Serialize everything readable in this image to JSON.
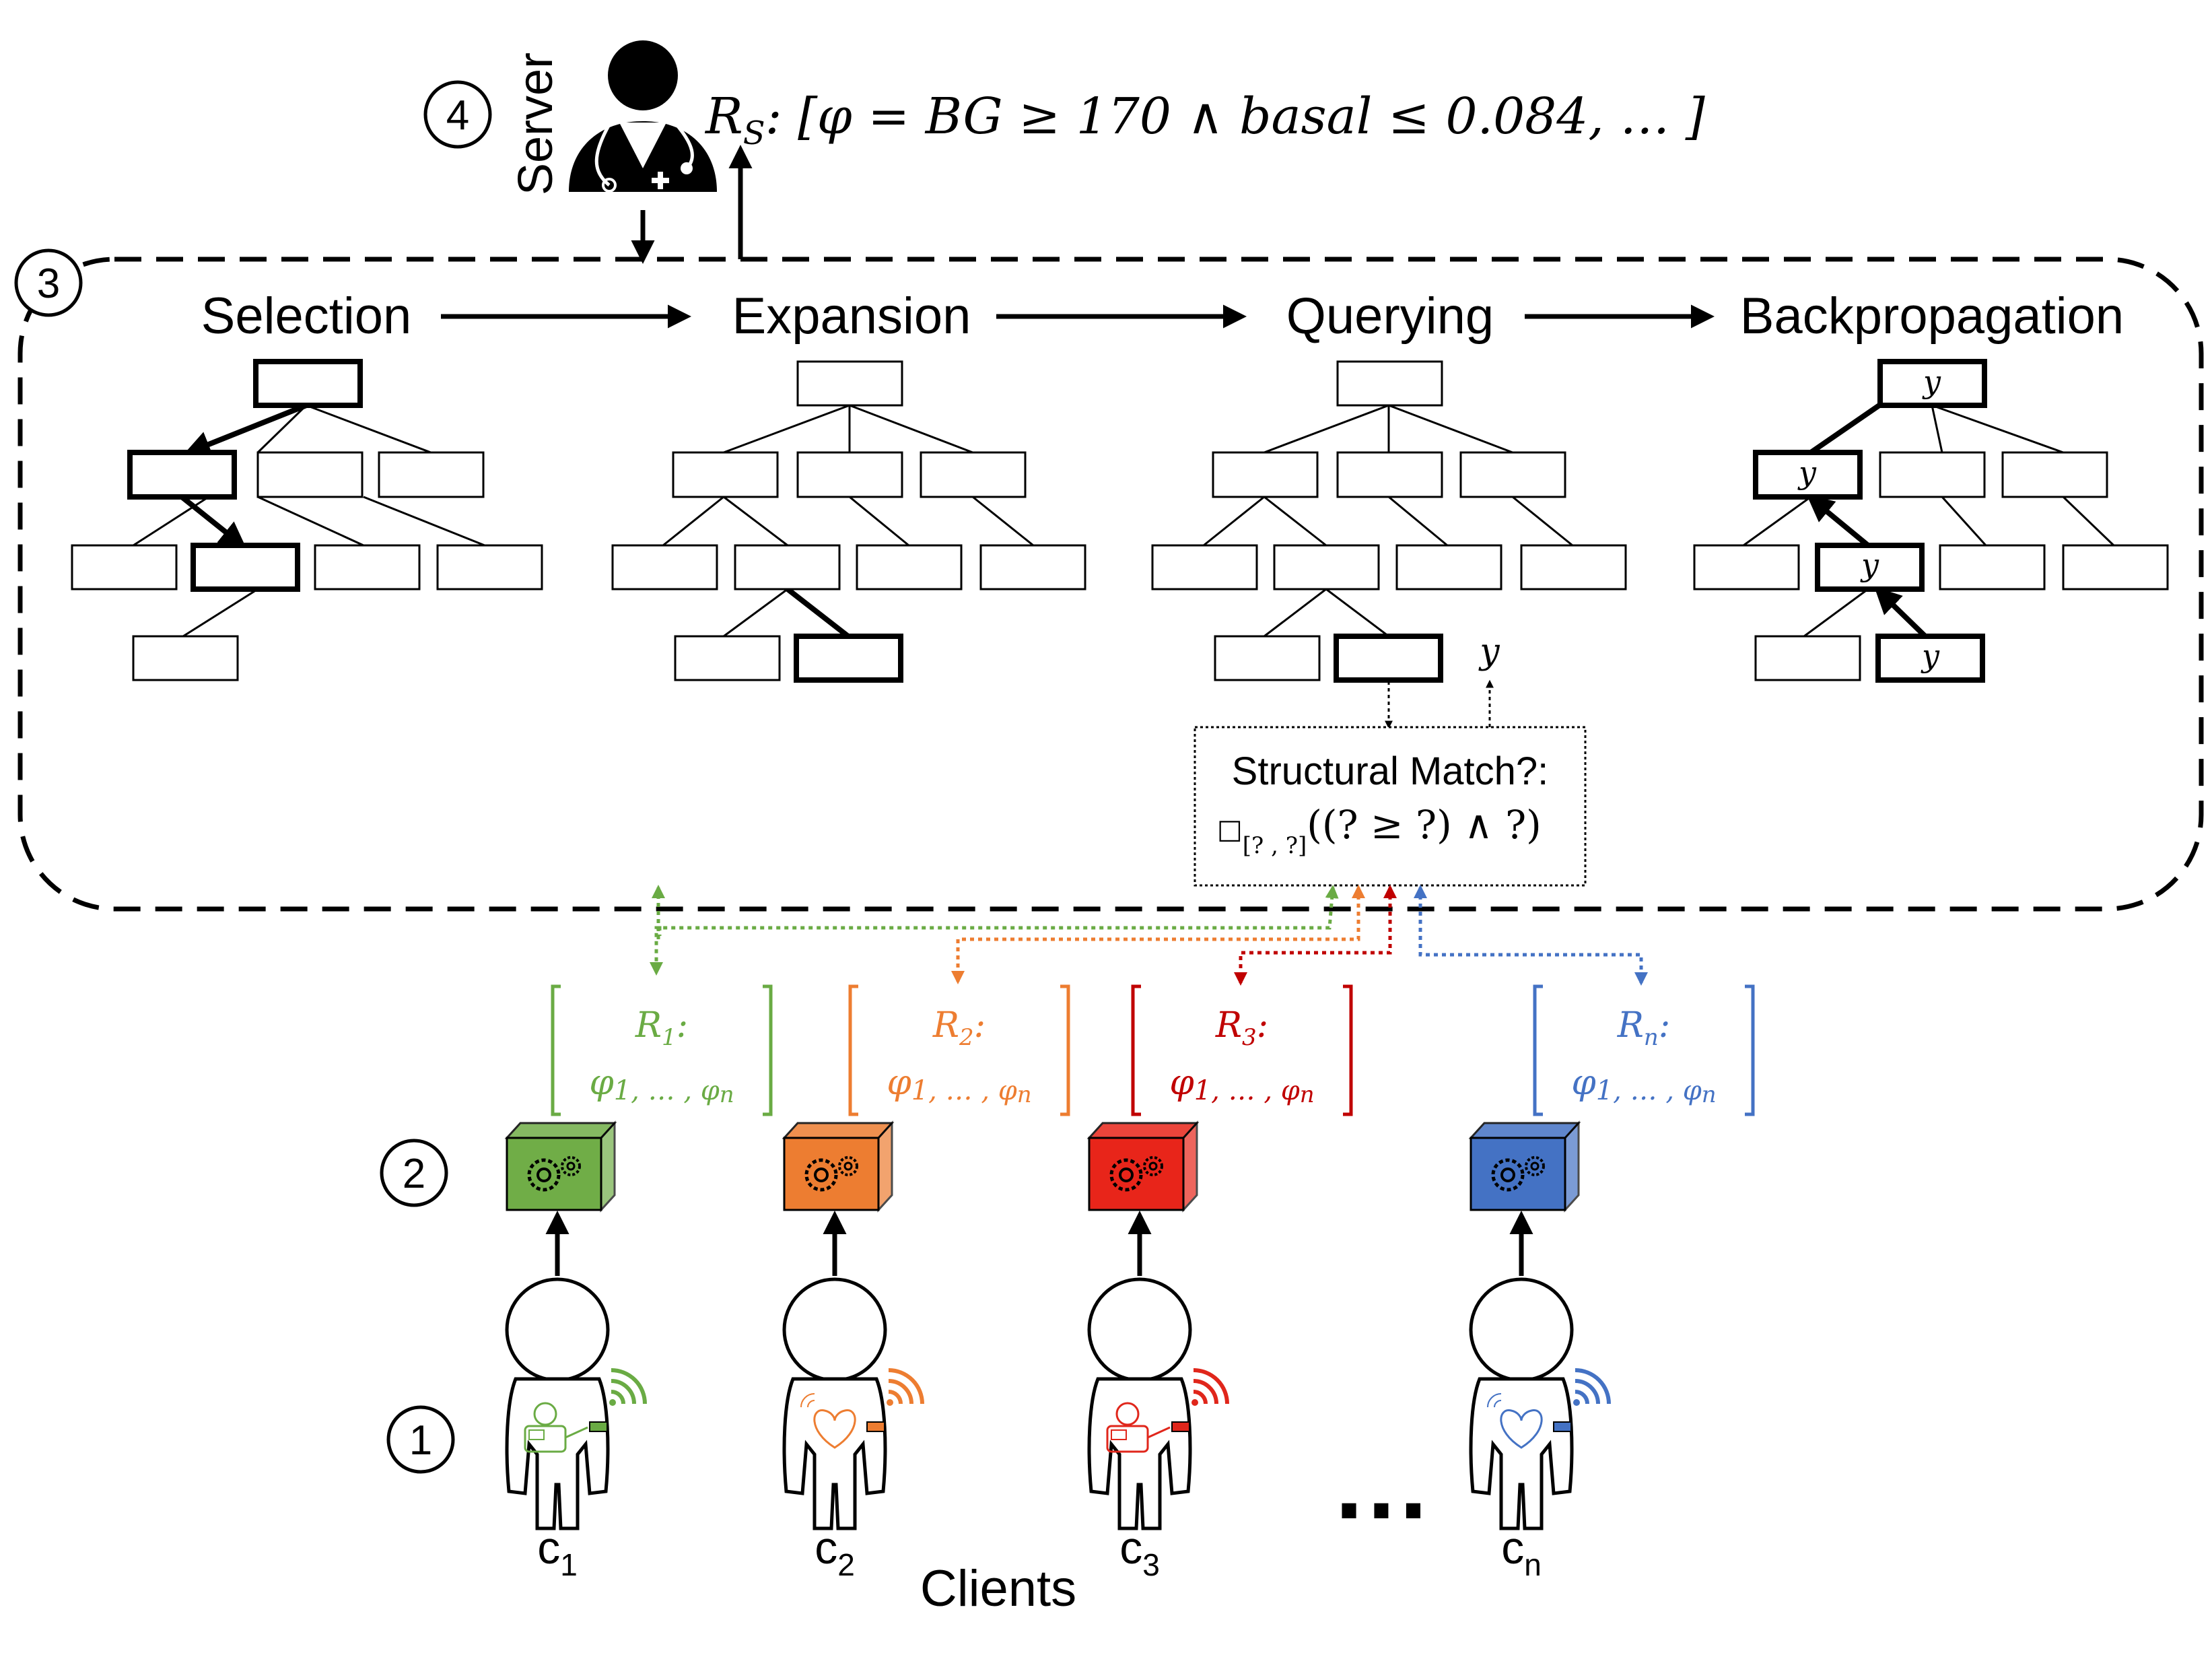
{
  "server": {
    "label": "Server",
    "step": "4",
    "rule_label": "R",
    "rule_sub": "S",
    "rule_rest": ": [φ = BG ≥ 170  ∧  basal ≤ 0.084, … ]"
  },
  "mcts": {
    "step": "3",
    "phases": [
      "Selection",
      "Expansion",
      "Querying",
      "Backpropagation"
    ],
    "value_symbol": "y",
    "structural_match": {
      "title": "Structural Match?:",
      "formula_box": "□",
      "formula_sub": "[? , ?]",
      "formula_rest": "((? ≥ ?)  ∧ ?)"
    }
  },
  "rules": [
    {
      "name": "R",
      "sub": "1",
      "items": "φ",
      "seq": "1, … , φ",
      "last": "n",
      "color": "#6aab44"
    },
    {
      "name": "R",
      "sub": "2",
      "items": "φ",
      "seq": "1, … , φ",
      "last": "n",
      "color": "#ed7d31"
    },
    {
      "name": "R",
      "sub": "3",
      "items": "φ",
      "seq": "1, … , φ",
      "last": "n",
      "color": "#c00000"
    },
    {
      "name": "R",
      "sub": "n",
      "items": "φ",
      "seq": "1, … , φ",
      "last": "n",
      "color": "#4472c4"
    }
  ],
  "steps": {
    "learn": "2",
    "data": "1"
  },
  "clients": {
    "title": "Clients",
    "ellipsis": "…",
    "items": [
      {
        "label": "c",
        "sub": "1",
        "color": "#6aab44",
        "box_color": "#70ad47",
        "device": "pump"
      },
      {
        "label": "c",
        "sub": "2",
        "color": "#ed7d31",
        "box_color": "#ed7d31",
        "device": "heart"
      },
      {
        "label": "c",
        "sub": "3",
        "color": "#e0261b",
        "box_color": "#e8251a",
        "device": "pump"
      },
      {
        "label": "c",
        "sub": "n",
        "color": "#4472c4",
        "box_color": "#4472c4",
        "device": "heart"
      }
    ]
  }
}
